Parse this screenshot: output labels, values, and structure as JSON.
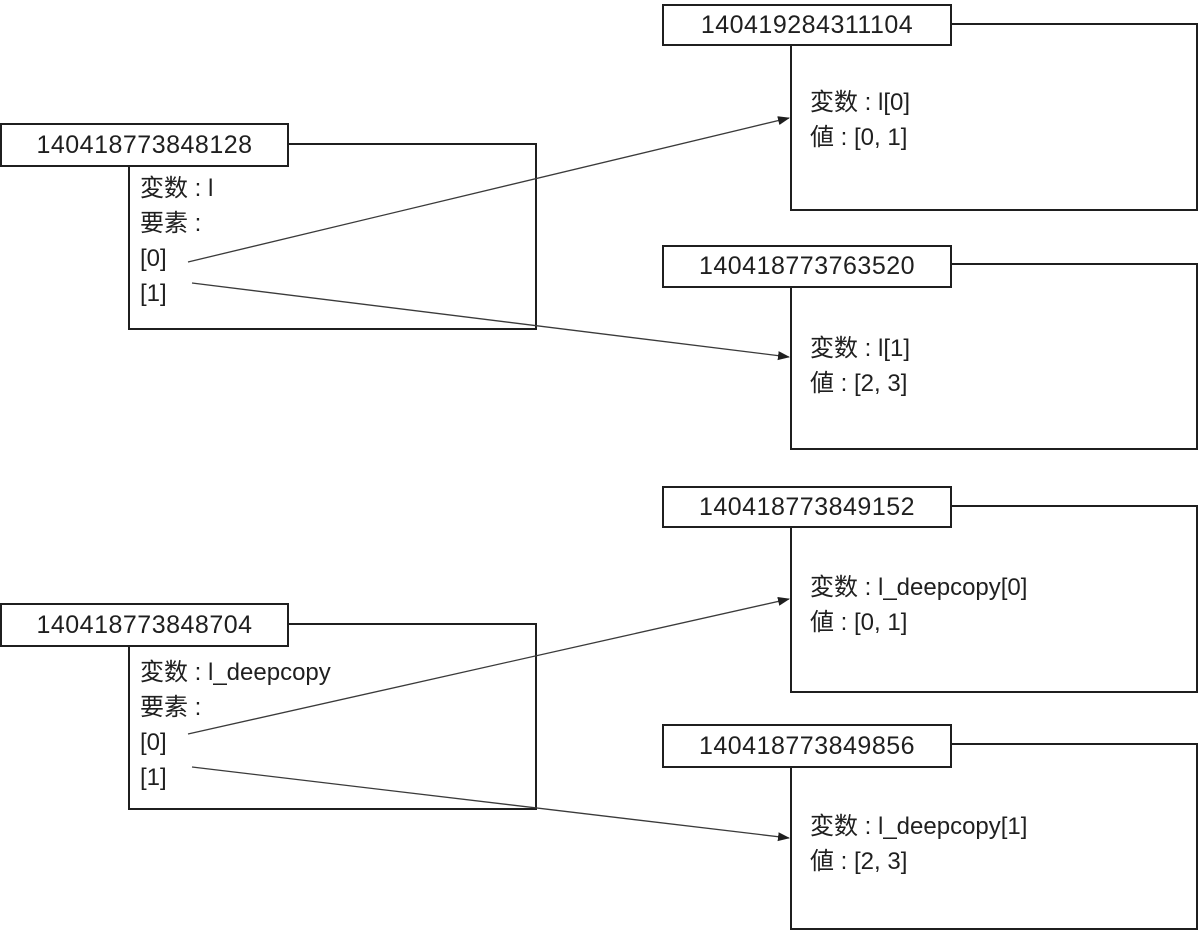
{
  "diagram": {
    "title_hint": "list deepcopy object reference diagram",
    "colors": {
      "stroke": "#1f1f1f",
      "background": "#ffffff"
    },
    "nodes": [
      {
        "id": "140418773848128",
        "lines": [
          "変数 : l",
          "要素 :",
          "[0]",
          "[1]"
        ]
      },
      {
        "id": "140419284311104",
        "lines": [
          "変数 : l[0]",
          "値 : [0, 1]"
        ]
      },
      {
        "id": "140418773763520",
        "lines": [
          "変数 : l[1]",
          "値 : [2, 3]"
        ]
      },
      {
        "id": "140418773848704",
        "lines": [
          "変数 : l_deepcopy",
          "要素 :",
          "[0]",
          "[1]"
        ]
      },
      {
        "id": "140418773849152",
        "lines": [
          "変数 : l_deepcopy[0]",
          "値 : [0, 1]"
        ]
      },
      {
        "id": "140418773849856",
        "lines": [
          "変数 : l_deepcopy[1]",
          "値 : [2, 3]"
        ]
      }
    ],
    "edges": [
      {
        "from": "l [0]",
        "to": "140419284311104"
      },
      {
        "from": "l [1]",
        "to": "140418773763520"
      },
      {
        "from": "l_deepcopy [0]",
        "to": "140418773849152"
      },
      {
        "from": "l_deepcopy [1]",
        "to": "140418773849856"
      }
    ]
  }
}
